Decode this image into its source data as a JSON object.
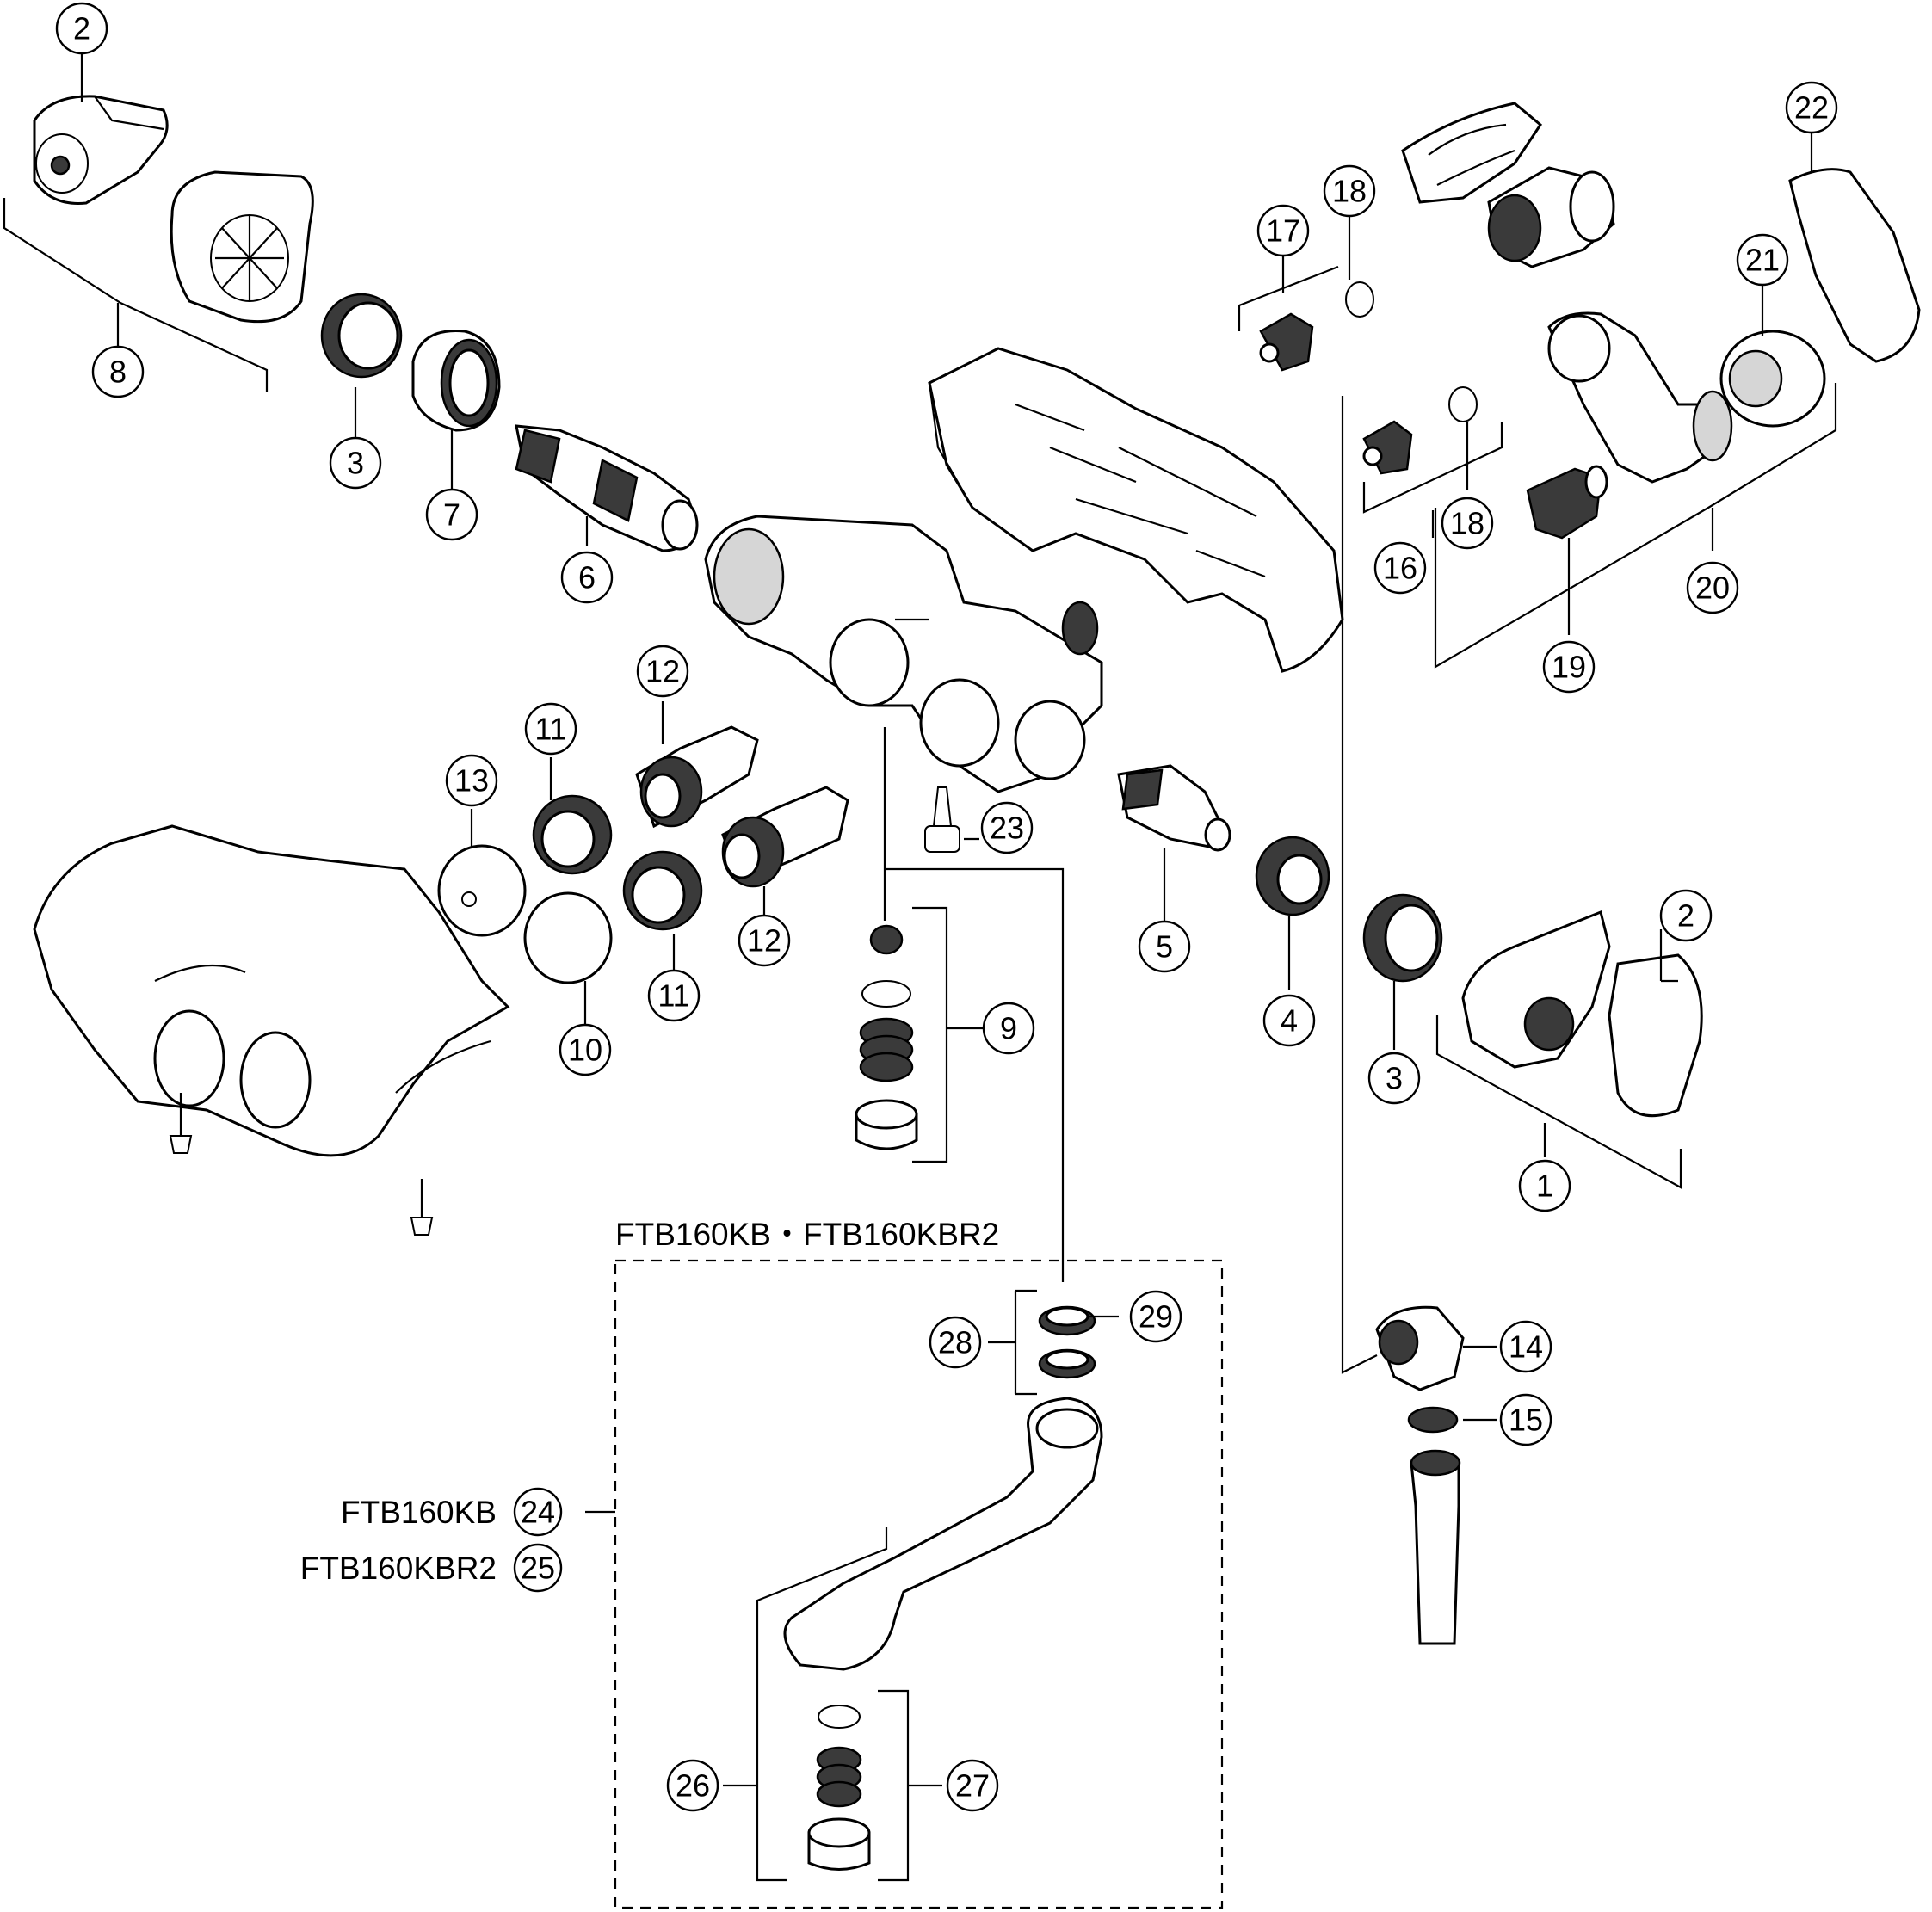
{
  "callouts": [
    "2",
    "8",
    "3",
    "7",
    "6",
    "17",
    "18",
    "18",
    "16",
    "22",
    "21",
    "20",
    "19",
    "12",
    "11",
    "13",
    "10",
    "11",
    "12",
    "23",
    "9",
    "5",
    "4",
    "3",
    "2",
    "1",
    "14",
    "15",
    "29",
    "28",
    "26",
    "27",
    "24",
    "25"
  ],
  "labels": {
    "variant_box_title": "FTB160KB・FTB160KBR2",
    "model_24": "FTB160KB",
    "model_25": "FTB160KBR2"
  }
}
